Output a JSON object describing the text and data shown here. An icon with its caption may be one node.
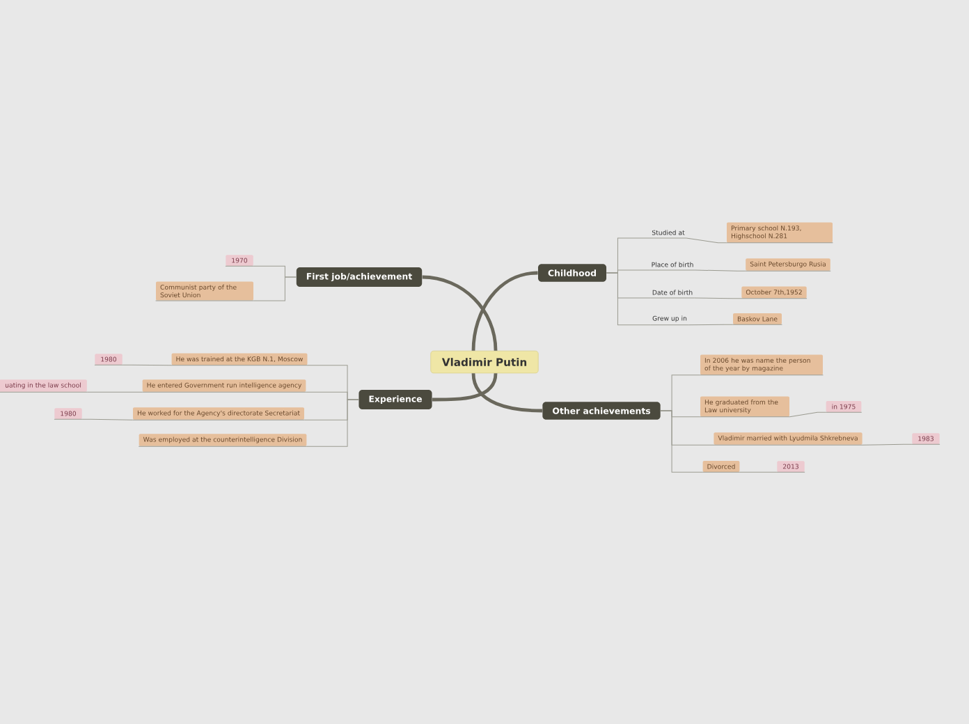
{
  "diagram": {
    "nodes": [
      {
        "text": [
          "Vladimir Putin"
        ]
      },
      {
        "text": [
          "Childhood"
        ]
      },
      {
        "text": [
          "First job/achievement"
        ]
      },
      {
        "text": [
          "Experience"
        ]
      },
      {
        "text": [
          "Other achievements"
        ]
      },
      {
        "text": [
          "Studied at"
        ]
      },
      {
        "text": [
          "Primary school N.193, Highschool N.281"
        ]
      },
      {
        "text": [
          "Place of birth"
        ]
      },
      {
        "text": [
          "Saint Petersburgo Rusia"
        ]
      },
      {
        "text": [
          "Date of birth"
        ]
      },
      {
        "text": [
          "October 7th,1952"
        ]
      },
      {
        "text": [
          "Grew up in"
        ]
      },
      {
        "text": [
          "Baskov Lane"
        ]
      },
      {
        "text": [
          "1970"
        ]
      },
      {
        "text": [
          "Communist party of the Soviet Union"
        ]
      },
      {
        "text": [
          "He was trained at the KGB N.1, Moscow"
        ]
      },
      {
        "text": [
          "1980"
        ]
      },
      {
        "text": [
          "He entered Government run intelligence agency"
        ]
      },
      {
        "text": [
          "uating in the law school"
        ]
      },
      {
        "text": [
          "He worked for the Agency's directorate Secretariat"
        ]
      },
      {
        "text": [
          "1980"
        ]
      },
      {
        "text": [
          "Was employed at the counterintelligence Division"
        ]
      },
      {
        "text": [
          "In 2006 he was name the person of the year by magazine"
        ]
      },
      {
        "text": [
          "He graduated from the Law university"
        ]
      },
      {
        "text": [
          "in 1975"
        ]
      },
      {
        "text": [
          "Vladimir married with Lyudmila Shkrebneva"
        ]
      },
      {
        "text": [
          "1983"
        ]
      },
      {
        "text": [
          "Divorced"
        ]
      },
      {
        "text": [
          "2013"
        ]
      }
    ],
    "edges": [
      {
        "from": 0,
        "to": 1,
        "arrow": "none",
        "style": "thick"
      },
      {
        "from": 0,
        "to": 2,
        "arrow": "none",
        "style": "thick"
      },
      {
        "from": 0,
        "to": 3,
        "arrow": "none",
        "style": "thick"
      },
      {
        "from": 0,
        "to": 4,
        "arrow": "none",
        "style": "thick"
      },
      {
        "from": 1,
        "to": 5,
        "arrow": "none"
      },
      {
        "from": 5,
        "to": 6,
        "arrow": "none"
      },
      {
        "from": 1,
        "to": 7,
        "arrow": "none"
      },
      {
        "from": 7,
        "to": 8,
        "arrow": "none"
      },
      {
        "from": 1,
        "to": 9,
        "arrow": "none"
      },
      {
        "from": 9,
        "to": 10,
        "arrow": "none"
      },
      {
        "from": 1,
        "to": 11,
        "arrow": "none"
      },
      {
        "from": 11,
        "to": 12,
        "arrow": "none"
      },
      {
        "from": 2,
        "to": 13,
        "arrow": "none"
      },
      {
        "from": 2,
        "to": 14,
        "arrow": "none"
      },
      {
        "from": 3,
        "to": 15,
        "arrow": "none"
      },
      {
        "from": 15,
        "to": 16,
        "arrow": "none"
      },
      {
        "from": 3,
        "to": 17,
        "arrow": "none"
      },
      {
        "from": 17,
        "to": 18,
        "arrow": "none"
      },
      {
        "from": 3,
        "to": 19,
        "arrow": "none"
      },
      {
        "from": 19,
        "to": 20,
        "arrow": "none"
      },
      {
        "from": 3,
        "to": 21,
        "arrow": "none"
      },
      {
        "from": 4,
        "to": 22,
        "arrow": "none"
      },
      {
        "from": 4,
        "to": 23,
        "arrow": "none"
      },
      {
        "from": 23,
        "to": 24,
        "arrow": "none"
      },
      {
        "from": 4,
        "to": 25,
        "arrow": "none"
      },
      {
        "from": 25,
        "to": 26,
        "arrow": "none"
      },
      {
        "from": 4,
        "to": 27,
        "arrow": "none"
      },
      {
        "from": 27,
        "to": 28,
        "arrow": "none"
      }
    ]
  }
}
